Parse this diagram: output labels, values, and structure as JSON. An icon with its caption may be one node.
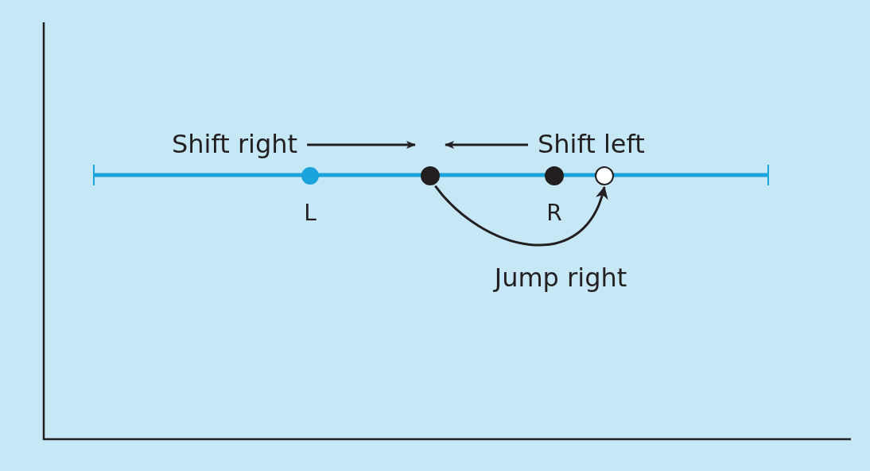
{
  "diagram": {
    "nodes": [
      {
        "text": [
          "Shift right"
        ]
      },
      {
        "text": [
          "Shift left"
        ]
      },
      {
        "text": [],
        "shape": "circle",
        "beside": [
          "L"
        ]
      },
      {
        "text": [],
        "shape": "circle"
      },
      {
        "text": [],
        "shape": "circle",
        "beside": [
          "R"
        ]
      },
      {
        "text": [],
        "shape": "circle"
      }
    ],
    "edges": [
      {
        "from": 0,
        "to": 3,
        "arrow": "to"
      },
      {
        "from": 1,
        "to": 3,
        "arrow": "to"
      },
      {
        "from": 3,
        "to": 5,
        "arrow": "to",
        "label": "Jump right"
      }
    ]
  }
}
